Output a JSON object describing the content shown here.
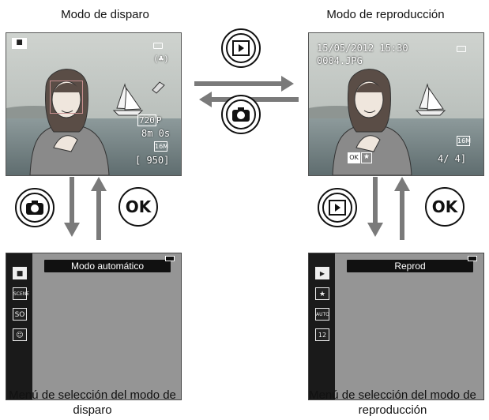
{
  "shooting": {
    "title": "Modo de disparo",
    "osd": {
      "video_mode": "720",
      "video_mode_suffix": "P",
      "remaining_time": "8m 0s",
      "image_size": "16M",
      "remaining_shots": "[ 950]"
    }
  },
  "playback": {
    "title": "Modo de reproducción",
    "osd": {
      "datetime": "15/05/2012 15:30",
      "filename": "0004.JPG",
      "image_size": "16M",
      "ok_label": "OK",
      "frame_counter": "4/   4]"
    }
  },
  "shooting_menu": {
    "header": "Modo automático",
    "caption": "Menú de selección del modo de disparo",
    "icon_scene": "SCENE",
    "icon_smart": "SO"
  },
  "playback_menu": {
    "header": "Reprod",
    "caption": "Menú de selección del modo de reproducción",
    "icon_auto": "AUTO",
    "icon_list": "12"
  },
  "buttons": {
    "ok_label": "OK"
  },
  "colors": {
    "arrow": "#7a7a7a",
    "screen_bg": "#7a8a8a",
    "menu_bg": "#959595"
  },
  "icons": [
    "camera-icon",
    "play-icon",
    "star-icon",
    "face-icon",
    "battery-icon",
    "arrow-right-icon",
    "arrow-left-icon",
    "arrow-up-icon",
    "arrow-down-icon"
  ]
}
